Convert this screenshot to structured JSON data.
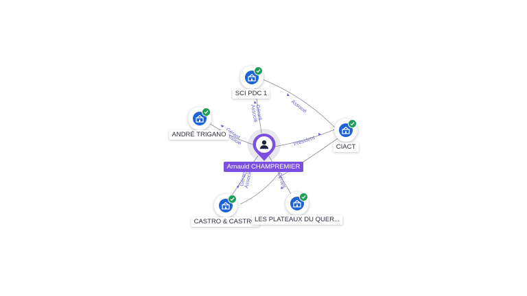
{
  "person": {
    "name": "Arnauld CHAMPREMIER",
    "icon": "user-icon",
    "color": "#7b4fe0"
  },
  "companies": [
    {
      "id": "sci-pdc-1",
      "label": "SCI PDC 1",
      "icon": "building-icon",
      "verified": true
    },
    {
      "id": "andre-trigano",
      "label": "ANDRÉ TRIGANO",
      "icon": "building-icon",
      "verified": true
    },
    {
      "id": "ciact",
      "label": "CIACT",
      "icon": "building-icon",
      "verified": true
    },
    {
      "id": "castro-castro",
      "label": "CASTRO & CASTRO",
      "icon": "building-icon",
      "verified": true
    },
    {
      "id": "les-plateaux",
      "label": "LES PLATEAUX DU QUER...",
      "icon": "building-icon",
      "verified": true
    }
  ],
  "relations": [
    {
      "from": "sci-pdc-1",
      "to": "ciact",
      "label": "Associé"
    },
    {
      "from": "person",
      "to": "sci-pdc-1",
      "labels": [
        "Gérant",
        "Associé"
      ]
    },
    {
      "from": "person",
      "to": "andre-trigano",
      "labels": [
        "Gérant",
        "Associé"
      ]
    },
    {
      "from": "person",
      "to": "ciact",
      "label": "Président"
    },
    {
      "from": "person",
      "to": "castro-castro",
      "labels": [
        "Gérant",
        "Associé"
      ]
    },
    {
      "from": "person",
      "to": "les-plateaux",
      "label": "Gérant"
    }
  ],
  "colors": {
    "company": "#1d63d6",
    "verified": "#1e9e57",
    "edge": "#8a8a96",
    "edge_label": "#6a63d8"
  }
}
